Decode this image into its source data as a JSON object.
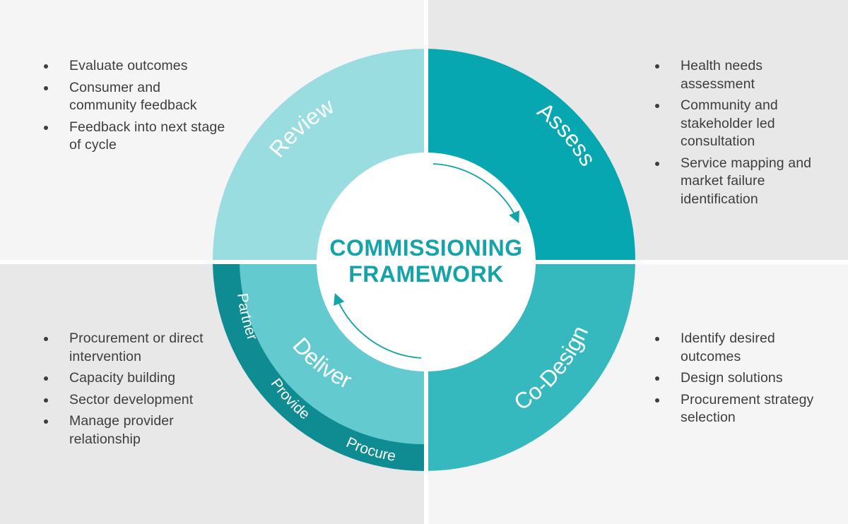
{
  "diagram": {
    "center_title_line1": "COMMISSIONING",
    "center_title_line2": "FRAMEWORK",
    "segments": {
      "review": "Review",
      "assess": "Assess",
      "codesign": "Co-Design",
      "deliver": "Deliver"
    },
    "deliver_ring": [
      "Partner",
      "Provide",
      "Procure"
    ]
  },
  "lists": {
    "review": [
      "Evaluate outcomes",
      "Consumer and community feedback",
      "Feedback into next stage of cycle"
    ],
    "assess": [
      "Health needs assessment",
      "Community and stakeholder led consultation",
      "Service mapping and market failure identification"
    ],
    "deliver": [
      "Procurement or direct intervention",
      "Capacity building",
      "Sector development",
      "Manage provider relationship"
    ],
    "codesign": [
      "Identify desired outcomes",
      "Design solutions",
      "Procurement strategy selection"
    ]
  },
  "colors": {
    "review": "#9adde1",
    "assess": "#06a7b0",
    "codesign": "#35b9bf",
    "deliver_inner": "#63cbcf",
    "deliver_ring": "#0e8c92",
    "center_text": "#13a3a8",
    "arrow": "#13a3a8"
  }
}
